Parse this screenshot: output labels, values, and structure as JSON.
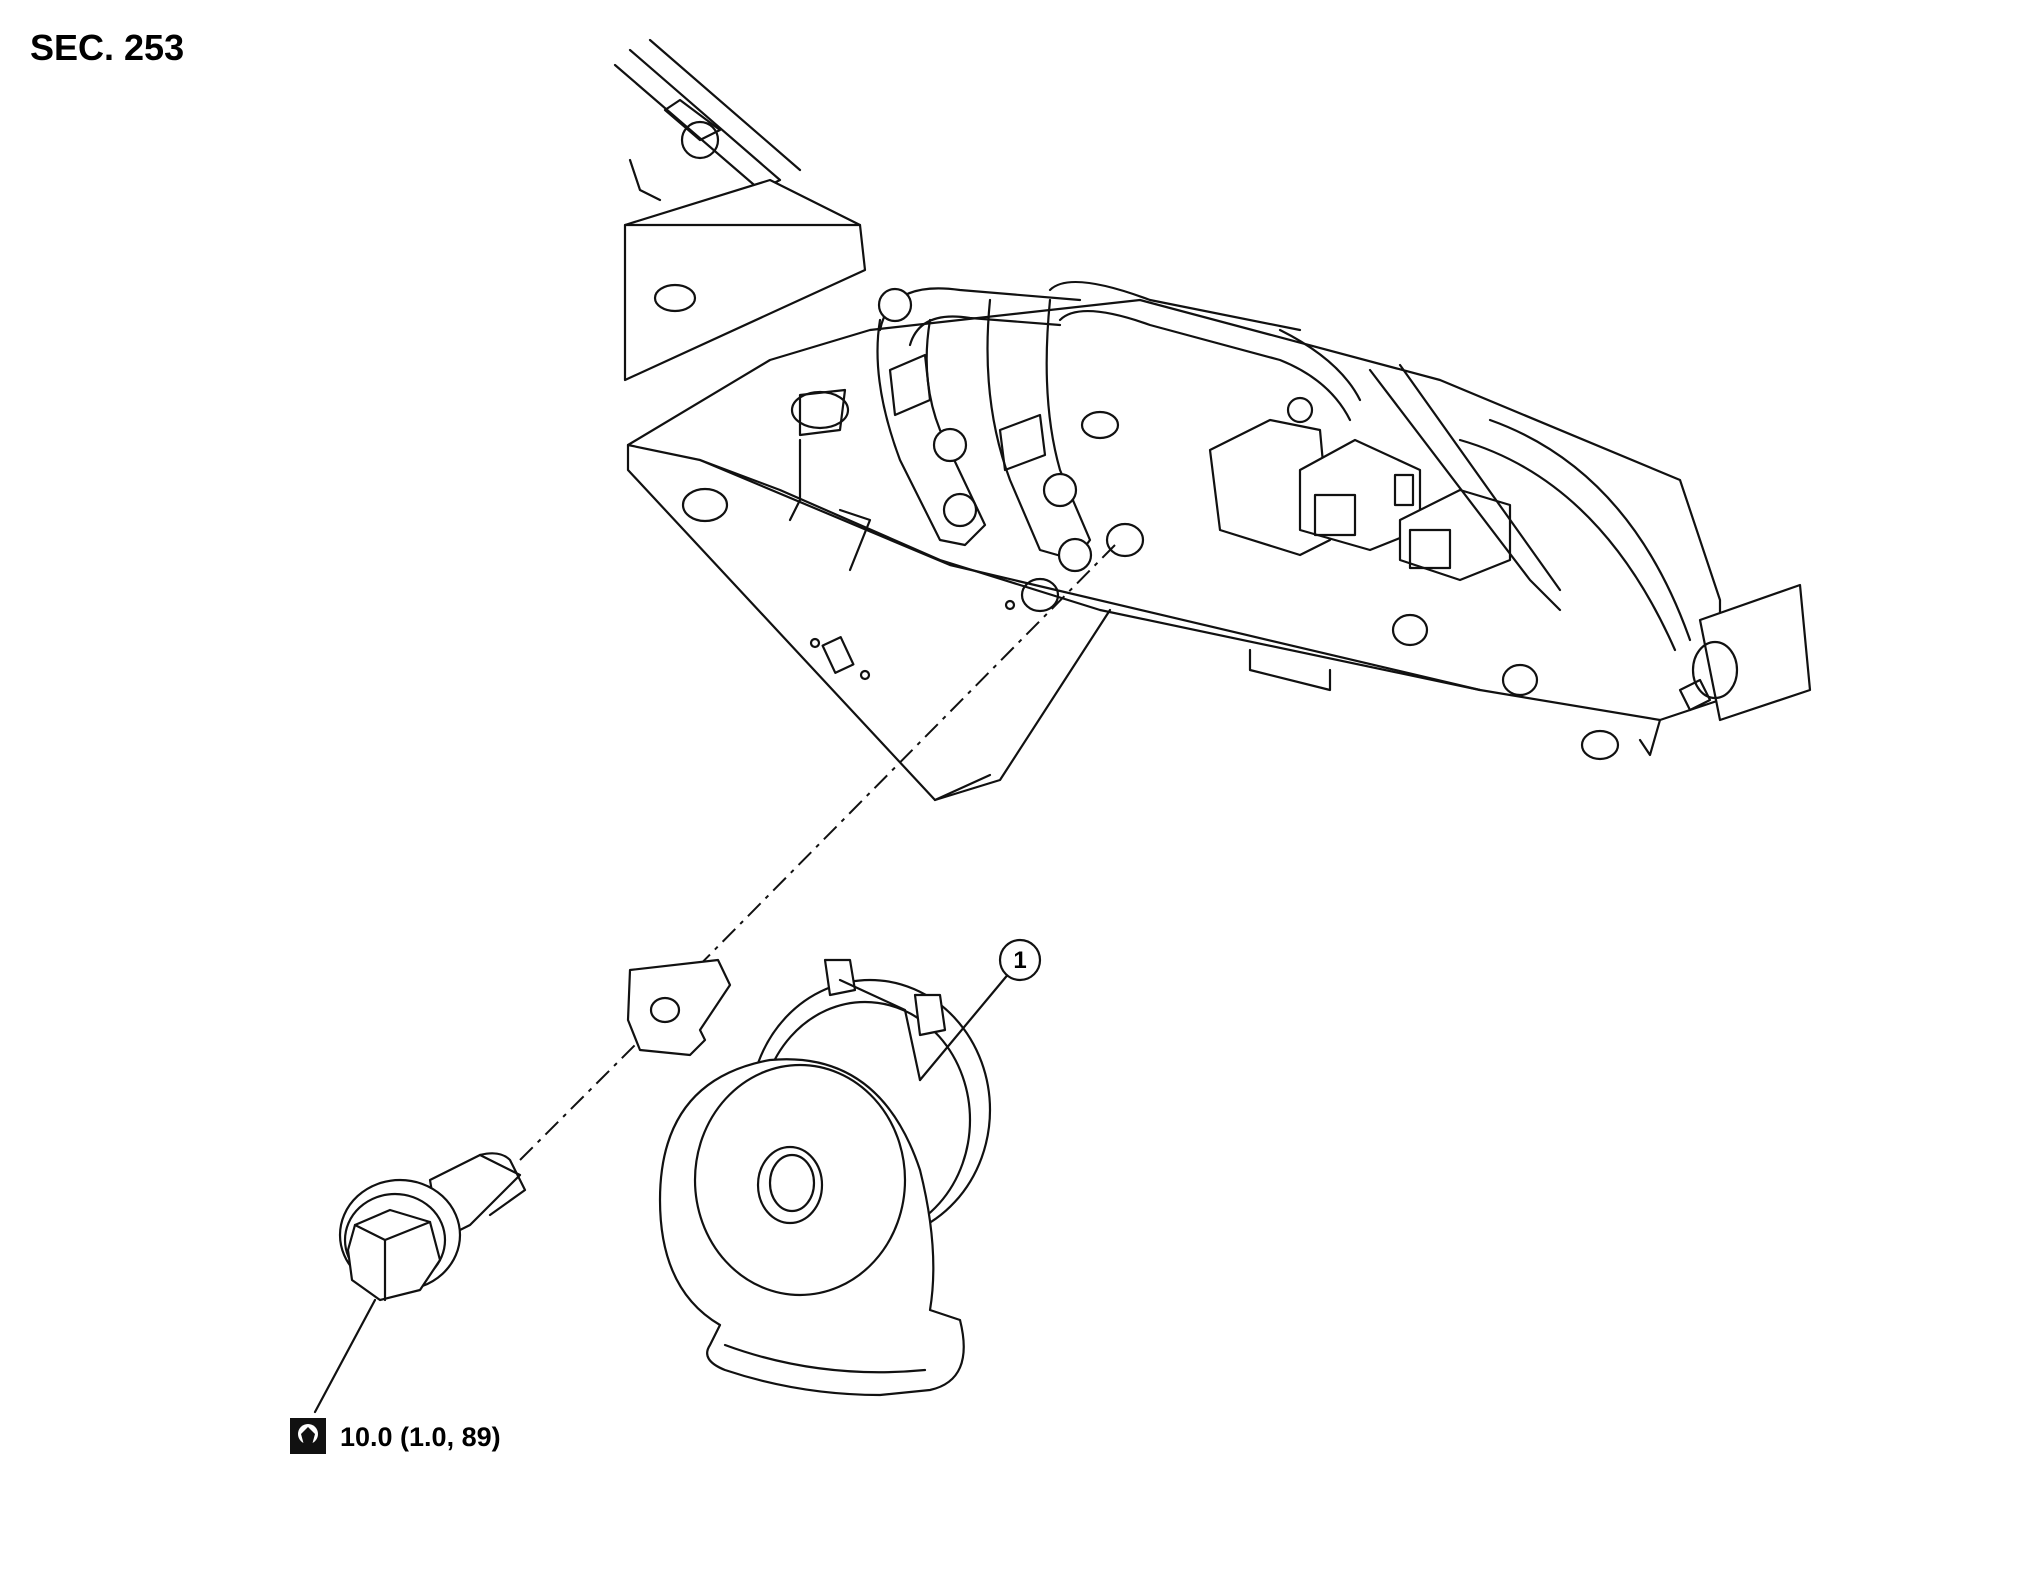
{
  "section_label": "SEC. 253",
  "callouts": [
    {
      "number": "1"
    }
  ],
  "torque": {
    "icon": "torque-wrench-icon",
    "value_text": "10.0 (1.0, 89)"
  }
}
